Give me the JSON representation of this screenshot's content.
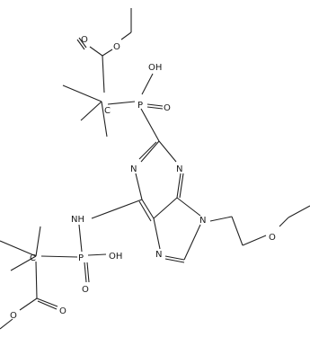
{
  "molecule": {
    "atoms": {
      "upper_ester_o": "O",
      "upper_ester_oc": "O",
      "upper_quat_c": "C",
      "upper_p": "P",
      "upper_oh": "OH",
      "upper_p_o": "O",
      "ring_n1": "N",
      "ring_n3": "N",
      "n9": "N",
      "n7": "N",
      "nh": "NH",
      "lower_quat_c": "C",
      "lower_p": "P",
      "lower_oh": "OH",
      "lower_p_o": "O",
      "lower_ester_oc": "O",
      "lower_ester_o": "O",
      "ether_o": "O"
    }
  }
}
